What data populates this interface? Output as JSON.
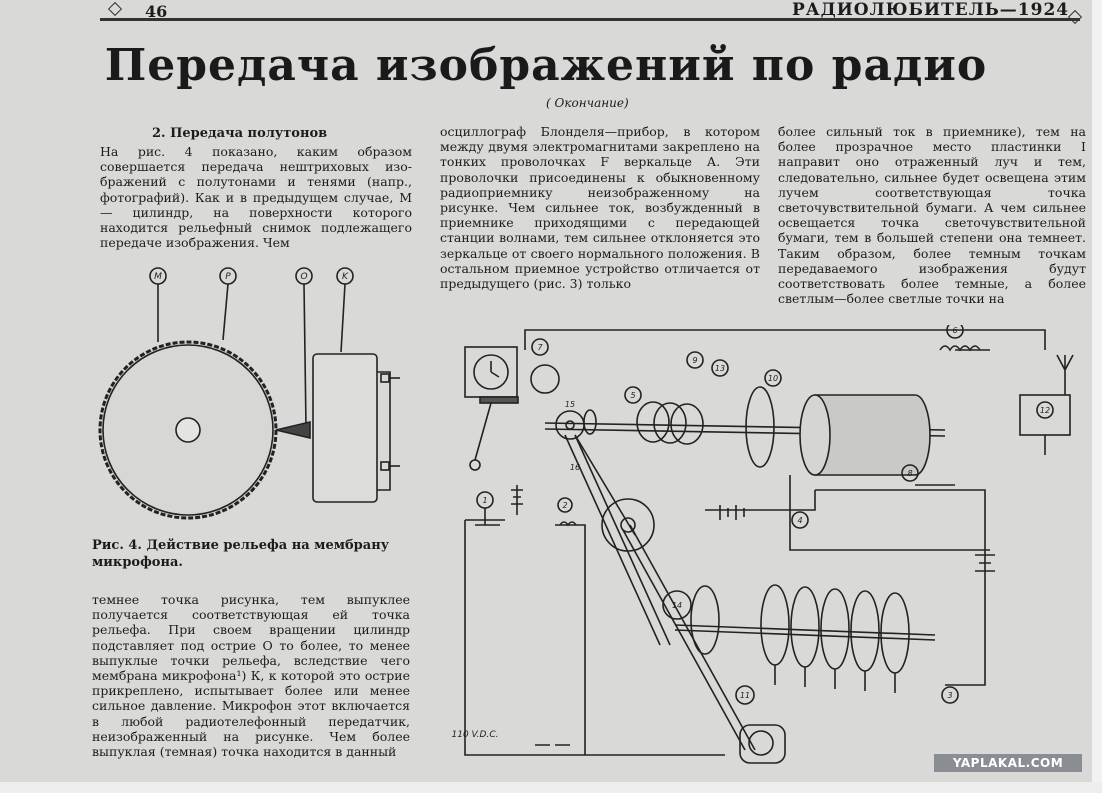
{
  "header": {
    "page_number": "46",
    "magazine": "РАДИОЛЮБИТЕЛЬ—1924"
  },
  "article": {
    "title": "Передача изображений по радио",
    "subtitle": "( Окончание)",
    "section_heading": "2. Передача полутонов",
    "column1_top": "На рис. 4 показано, каким образом совершается передача неш­триховых изо­бражений с полутонами и тенями (напр., фотографий). Как и в предыдущем случае, М — цилиндр, на поверхности которого находится рельефный снимок подлежащего передаче изображения. Чем",
    "figure4_caption": "Рис. 4. Действие рельефа на мем­брану микрофона.",
    "column1_bottom": "темнее точка рисунка, тем выпуклее получается соответствующая ей точка рельефа. При своем вращении цилиндр подставляет под острие О то более, то менее выпуклые точки рельефа, вследствие чего мембрана микрофона¹) К, к которой это острие прикреплено, испы­тывает более или менее сильное давле­ние. Микрофон этот включается в любой радиотелефонный передатчик, неизобра­женный на рисунке. Чем более выпуклая (темная) точка находится в данный",
    "column2": "осциллограф Блонделя—прибор, в кото­ром между двумя электромагнитами за­креплено на тонких проволочках F вер­кальце А. Эти проволочки присоединены к обыкновенному радиоприемнику неизо­браженному на рисунке. Чем сильнее ток, возбужденный в приемнике приходя­щими с передающей станции волнами, тем сильнее отклоняется это зеркальце от своего нормального положения. В остальном приемное устройство отли­чается от предыдущего (рис. 3) только",
    "column3": "более сильный ток в приемнике), тем на более прозрачное место пластинки I направит оно отраженный луч и тем, следовательно, сильнее будет освещена этим лучем соответствующая точка светочувствительной бумаги. А чем сильнее освещается точка светочувстви­тельной бумаги, тем в большей степени она темнеет. Таким образом, более тем­ным точкам передаваемого изображения будут соответствовать более темные, а более светлым—более светлые точки на"
  },
  "figure4": {
    "labels": [
      "M",
      "P",
      "O",
      "K"
    ]
  },
  "figure5": {
    "labels": [
      "1",
      "2",
      "3",
      "4",
      "5",
      "6",
      "7",
      "8",
      "9",
      "10",
      "11",
      "12",
      "13",
      "14",
      "15",
      "16"
    ],
    "voltage_label": "110 V.D.C."
  },
  "watermark": "YAPLAKAL.COM"
}
